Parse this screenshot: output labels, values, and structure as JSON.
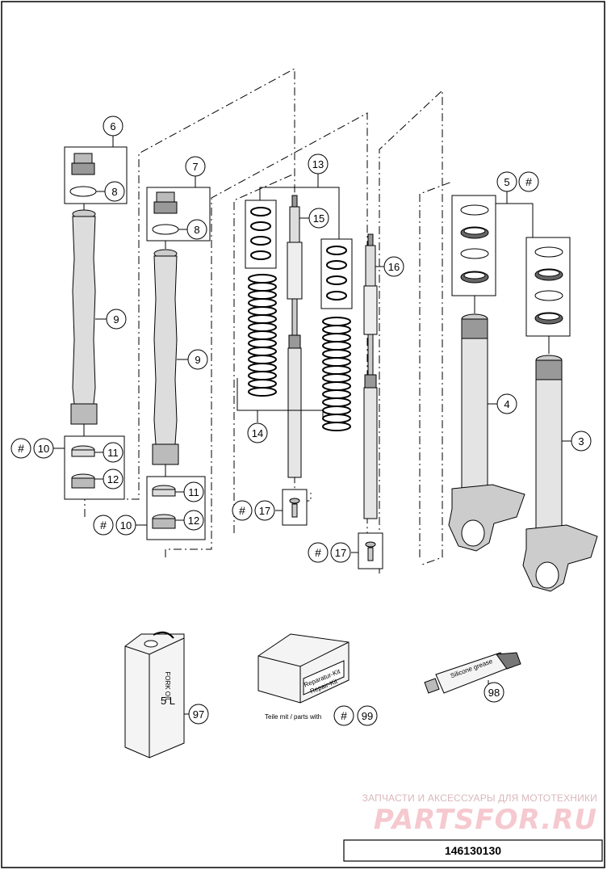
{
  "diagram": {
    "part_number": "146130130",
    "watermark": {
      "line1": "ЗАПЧАСТИ И АКСЕССУАРЫ ДЛЯ МОТОТЕХНИКИ",
      "logo": "PARTSFOR.RU"
    },
    "callouts": {
      "c3": "3",
      "c4": "4",
      "c5": "5",
      "c6": "6",
      "c7": "7",
      "c8a": "8",
      "c8b": "8",
      "c9a": "9",
      "c9b": "9",
      "c10a": "10",
      "c10b": "10",
      "c11a": "11",
      "c11b": "11",
      "c12a": "12",
      "c12b": "12",
      "c13": "13",
      "c14": "14",
      "c15": "15",
      "c16": "16",
      "c17a": "17",
      "c17b": "17",
      "c97": "97",
      "c98": "98",
      "c99": "99"
    },
    "hash_mark": "#",
    "note_parts_with": "Teile mit / parts with",
    "product_labels": {
      "oil_can_line1": "FORK OIL",
      "oil_can_line2": "5 L",
      "kit_line1": "Reparatur-Kit",
      "kit_line2": "Repair-Kit",
      "tube_line1": "Silicone grease"
    }
  }
}
